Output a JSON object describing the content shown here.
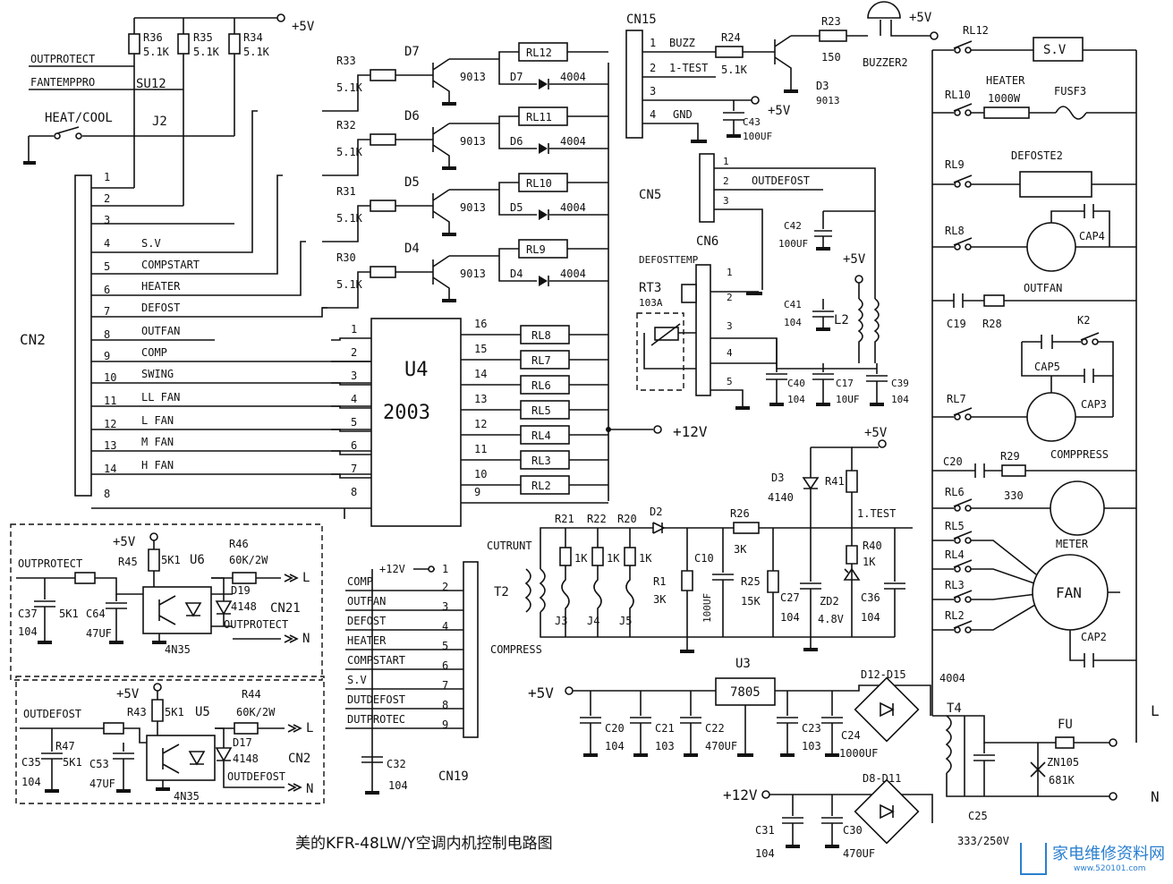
{
  "labels": {
    "outprotect": "OUTPROTECT",
    "fantemppro": "FANTEMPPRO",
    "heatcool": "HEAT/COOL",
    "su12": "SU12",
    "j2": "J2",
    "r36": "R36",
    "r35": "R35",
    "r34": "R34",
    "r5k1": "5.1K",
    "plus5v": "+5V",
    "plus12v": "+12V",
    "cn2": "CN2",
    "cn2_pins": [
      "1",
      "2",
      "3",
      "4",
      "5",
      "6",
      "7",
      "8",
      "9",
      "10",
      "11",
      "12",
      "13",
      "14",
      "8"
    ],
    "cn2_names": [
      "S.V",
      "COMPSTART",
      "HEATER",
      "DEFOST",
      "OUTFAN",
      "COMP",
      "SWING",
      "LL FAN",
      "L FAN",
      "M FAN",
      "H FAN"
    ],
    "r33": "R33",
    "r32": "R32",
    "r31": "R31",
    "r30": "R30",
    "r5k1b": "5.1K",
    "d7": "D7",
    "d6": "D6",
    "d5": "D5",
    "d4": "D4",
    "t9013": "9013",
    "d4004": "4004",
    "rl12": "RL12",
    "rl11": "RL11",
    "rl10": "RL10",
    "rl9": "RL9",
    "u4": "U4",
    "u4part": "2003",
    "u4_in": [
      "1",
      "2",
      "3",
      "4",
      "5",
      "6",
      "7",
      "8"
    ],
    "u4_out": [
      "16",
      "15",
      "14",
      "13",
      "12",
      "11",
      "10",
      "9"
    ],
    "u4_relays": [
      "RL8",
      "RL7",
      "RL6",
      "RL5",
      "RL4",
      "RL3",
      "RL2"
    ],
    "cn15": "CN15",
    "cn15_pins": [
      "1",
      "2",
      "3",
      "4"
    ],
    "buzz": "BUZZ",
    "test1": "1-TEST",
    "gnd": "GND",
    "r24": "R24",
    "r23": "R23",
    "r150": "150",
    "d3": "D3",
    "d3part": "9013",
    "buzzer2": "BUZZER2",
    "c43": "C43",
    "c43v": "100UF",
    "cn5": "CN5",
    "cn5_pins": [
      "1",
      "2",
      "3"
    ],
    "outdefost": "OUTDEFOST",
    "c42": "C42",
    "c42v": "100UF",
    "cn6": "CN6",
    "defosttemp": "DEFOSTTEMP",
    "cn6_pins": [
      "1",
      "2",
      "3",
      "4",
      "5"
    ],
    "rt3": "RT3",
    "rt3v": "103A",
    "c41": "C41",
    "c41v": "104",
    "l2": "L2",
    "c40": "C40",
    "c40v": "104",
    "c17": "C17",
    "c17v": "10UF",
    "c39": "C39",
    "c39v": "104",
    "rl12r": "RL12",
    "sv": "S.V",
    "rl10r": "RL10",
    "heater": "HEATER",
    "heaterw": "1000W",
    "fusf3": "FUSF3",
    "rl9r": "RL9",
    "defoste2": "DEFOSTE2",
    "rl8r": "RL8",
    "cap4": "CAP4",
    "outfan": "OUTFAN",
    "c19": "C19",
    "r28": "R28",
    "k2": "K2",
    "cap5": "CAP5",
    "rl7r": "RL7",
    "cap3": "CAP3",
    "comppress": "COMPPRESS",
    "c20": "C20",
    "r29": "R29",
    "r330": "330",
    "rl6": "RL6",
    "rl5": "RL5",
    "rl4": "RL4",
    "rl3": "RL3",
    "rl2": "RL2",
    "meter": "METER",
    "fan": "FAN",
    "cap2": "CAP2",
    "d3b": "D3",
    "d3bv": "4140",
    "r41": "R41",
    "test1b": "1.TEST",
    "r40": "R40",
    "r40v": "1K",
    "zd2": "ZD2",
    "zd2v": "4.8V",
    "c36": "C36",
    "c36v": "104",
    "c27": "C27",
    "c27v": "104",
    "r25": "R25",
    "r25v": "15K",
    "r26": "R26",
    "r26v": "3K",
    "c10": "C10",
    "c10v": "100UF",
    "r1": "R1",
    "r1v": "3K",
    "d2": "D2",
    "r21": "R21",
    "r22": "R22",
    "r20": "R20",
    "r1k": "1K",
    "j3": "J3",
    "j4": "J4",
    "j5": "J5",
    "cutrunt": "CUTRUNT",
    "t2": "T2",
    "compress": "COMPRESS",
    "cn19": "CN19",
    "cn19_pins": [
      "1",
      "2",
      "3",
      "4",
      "5",
      "6",
      "7",
      "8",
      "9"
    ],
    "cn19_names": [
      "+12V",
      "COMP",
      "OUTFAN",
      "DEFOST",
      "HEATER",
      "COMPSTART",
      "S.V",
      "DUTDEFOST",
      "DUTPROTEC"
    ],
    "c32": "C32",
    "c32v": "104",
    "u3": "U3",
    "u3part": "7805",
    "c20b": "C20",
    "c20bv": "104",
    "c21": "C21",
    "c21v": "103",
    "c22": "C22",
    "c22v": "470UF",
    "c23": "C23",
    "c23v": "103",
    "c24": "C24",
    "c24v": "1000UF",
    "d12d15": "D12-D15",
    "t4": "T4",
    "t4v": "4004",
    "fu": "FU",
    "zn105": "ZN105",
    "zn105v": "681K",
    "c25": "C25",
    "c25v": "333/250V",
    "lterm": "L",
    "nterm": "N",
    "c31": "C31",
    "c31v": "104",
    "c30": "C30",
    "c30v": "470UF",
    "d8d11": "D8-D11",
    "u6": "U6",
    "r45": "R45",
    "r5k1c": "5K1",
    "r46": "R46",
    "r46v": "60K/2W",
    "d19": "D19",
    "d19v": "4148",
    "cn21": "CN21",
    "c37": "C37",
    "c37v": "104",
    "c64": "C64",
    "c64v": "47UF",
    "opto": "4N35",
    "u5": "U5",
    "r43": "R43",
    "r44": "R44",
    "r44v": "60K/2W",
    "d17": "D17",
    "d17v": "4148",
    "outdefostb": "OUTDEFOST",
    "c35": "C35",
    "c35v": "104",
    "r47": "R47",
    "c53": "C53",
    "c53v": "47UF",
    "cn2b": "CN2",
    "outdefost2": "OUTDEFOST",
    "outprotect2": "OUTPROTECT",
    "outprotect3": "OUTPROTECT"
  },
  "caption": "美的KFR-48LW/Y空调内机控制电路图",
  "logo": {
    "text": "家电维修资料网",
    "url": "www.520101.com",
    "color": "#2a7fd0"
  }
}
